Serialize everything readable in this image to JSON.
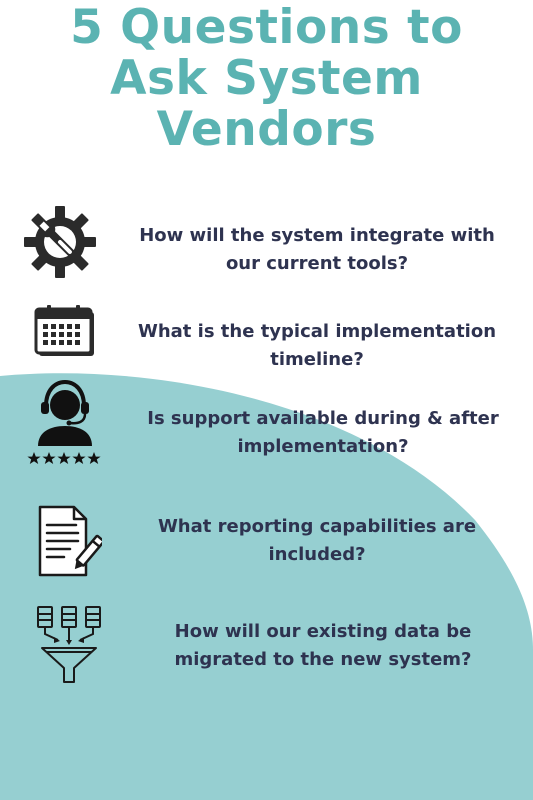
{
  "title": {
    "line1": "5 Questions to",
    "line2": "Ask System",
    "line3": "Vendors"
  },
  "colors": {
    "accent": "#5BB3B2",
    "background_shape": "#96CFD1",
    "text": "#2E3350",
    "icon": "#1A1A1A"
  },
  "questions": [
    {
      "icon": "gear-wrench-icon",
      "line1": "How will the system integrate with",
      "line2": "our current tools?"
    },
    {
      "icon": "calendar-icon",
      "line1": "What is the typical implementation",
      "line2": "timeline?"
    },
    {
      "icon": "support-headset-icon",
      "line1": "Is support available during & after",
      "line2": "implementation?"
    },
    {
      "icon": "report-pen-icon",
      "line1": "What reporting capabilities are",
      "line2": "included?"
    },
    {
      "icon": "data-funnel-icon",
      "line1": "How will our existing data be",
      "line2": "migrated to the new system?"
    }
  ]
}
